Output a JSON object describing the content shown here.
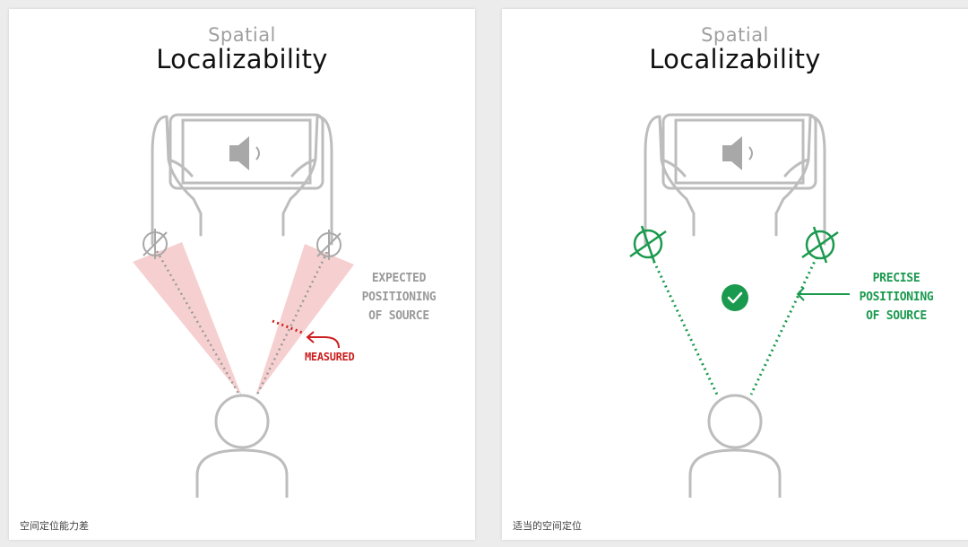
{
  "left": {
    "subtitle": "Spatial",
    "title": "Localizability",
    "expected_label": [
      "EXPECTED",
      "POSITIONING",
      "OF SOURCE"
    ],
    "measured_label": "MEASURED",
    "caption": "空间定位能力差"
  },
  "right": {
    "subtitle": "Spatial",
    "title": "Localizability",
    "precise_label": [
      "PRECISE",
      "POSITIONING",
      "OF SOURCE"
    ],
    "caption": "适当的空间定位"
  },
  "colors": {
    "gray_line": "#9a9a9a",
    "red": "#cc1f1f",
    "pink": "#f5c8c8",
    "green": "#1a9a4e"
  },
  "icons": [
    "speaker-icon",
    "hand-icon",
    "crosshair-icon",
    "check-circle-icon",
    "person-icon",
    "arrow-icon"
  ]
}
